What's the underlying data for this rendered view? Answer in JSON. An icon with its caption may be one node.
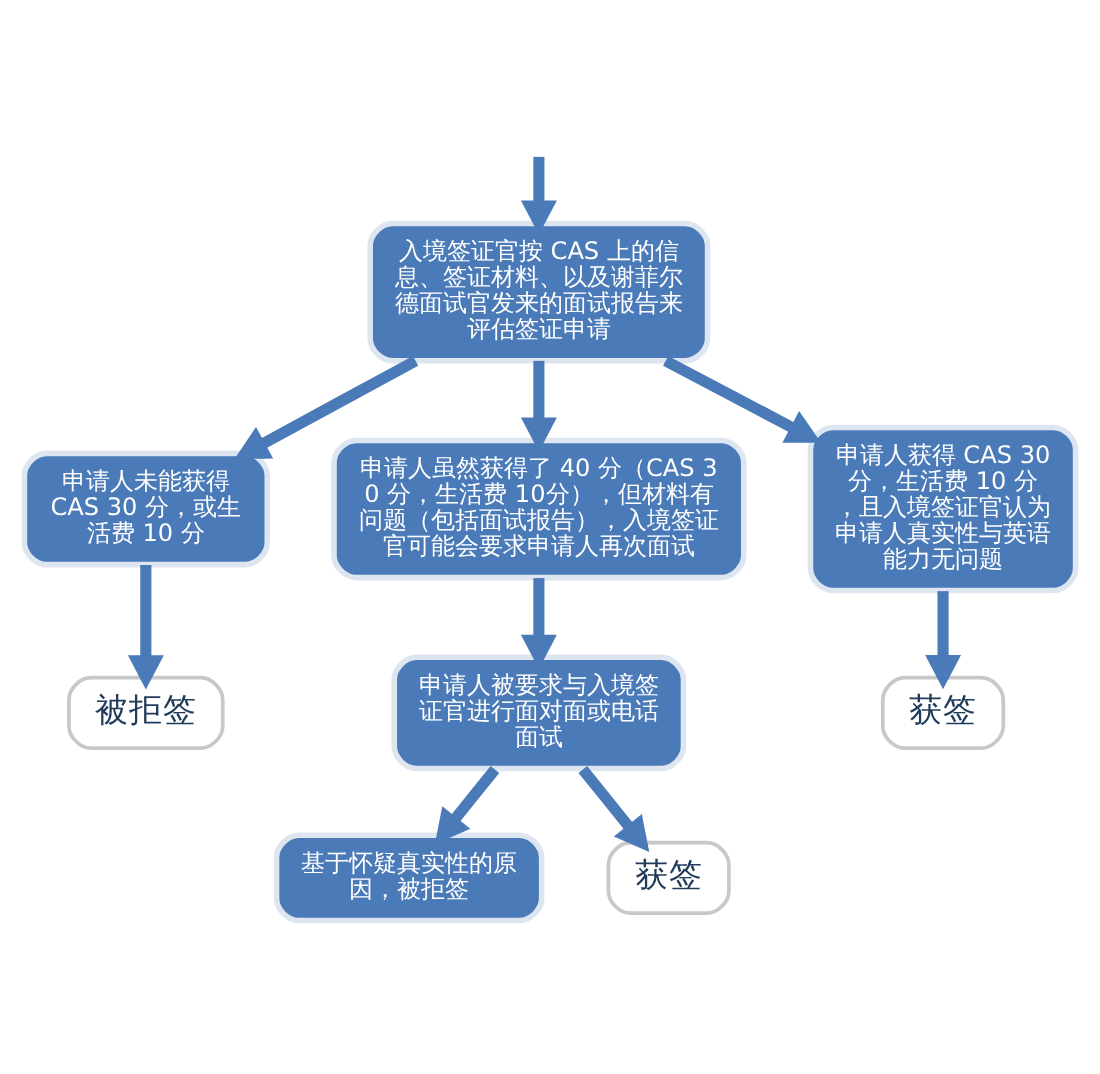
{
  "diagram": {
    "nodes": [
      {
        "text": [
          "入境签证官按 CAS 上的信息、签证材料、以及谢菲尔德面试官发来的面试报告来评估签证申请"
        ]
      },
      {
        "text": [
          "申请人未能获得 CAS 30 分，或生活费 10 分"
        ]
      },
      {
        "text": [
          "申请人虽然获得了 40 分（CAS 30 分，生活费 10分），但材料有问题（包括面试报告），入境签证官可能会要求申请人再次面试"
        ]
      },
      {
        "text": [
          "申请人获得 CAS 30 分，生活费 10 分，且入境签证官认为申请人真实性与英语能力无问题"
        ]
      },
      {
        "text": [
          "被拒签"
        ]
      },
      {
        "text": [
          "申请人被要求与入境签证官进行面对面或电话面试"
        ]
      },
      {
        "text": [
          "获签"
        ]
      },
      {
        "text": [
          "基于怀疑真实性的原因，被拒签"
        ]
      },
      {
        "text": [
          "获签"
        ]
      }
    ],
    "edges": [
      {
        "from": null,
        "to": 0,
        "arrow": "to"
      },
      {
        "from": 0,
        "to": 1,
        "arrow": "to"
      },
      {
        "from": 0,
        "to": 2,
        "arrow": "to"
      },
      {
        "from": 0,
        "to": 3,
        "arrow": "to"
      },
      {
        "from": 1,
        "to": 4,
        "arrow": "to"
      },
      {
        "from": 2,
        "to": 5,
        "arrow": "to"
      },
      {
        "from": 3,
        "to": 6,
        "arrow": "to"
      },
      {
        "from": 5,
        "to": 7,
        "arrow": "to"
      },
      {
        "from": 5,
        "to": 8,
        "arrow": "to"
      }
    ]
  }
}
